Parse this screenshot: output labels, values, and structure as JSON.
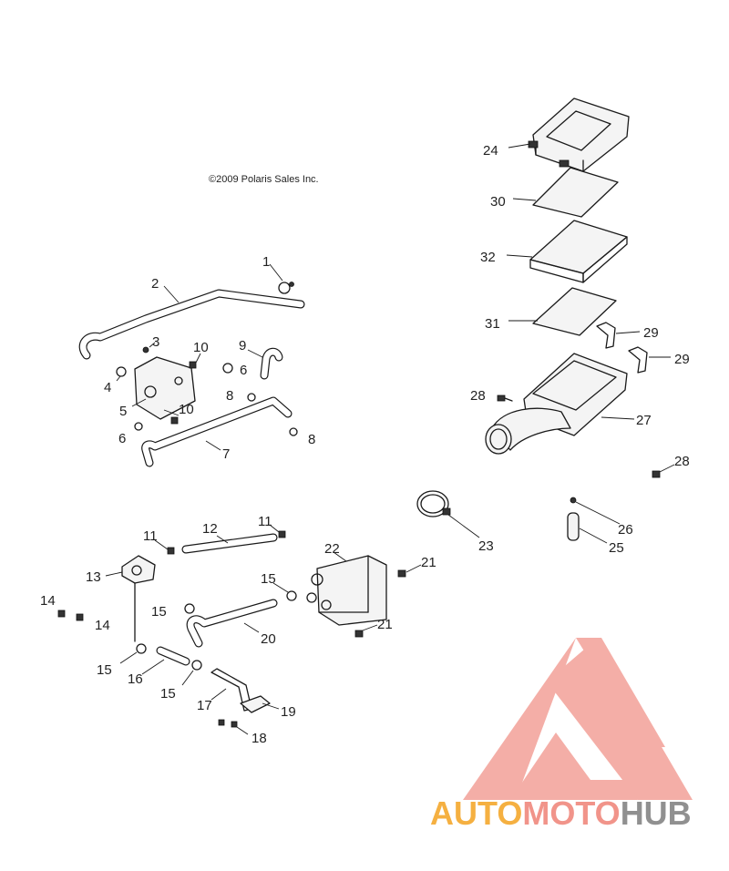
{
  "copyright": "©2009 Polaris Sales Inc.",
  "callouts": {
    "c1": "1",
    "c2": "2",
    "c3": "3",
    "c4": "4",
    "c5": "5",
    "c6a": "6",
    "c6b": "6",
    "c7": "7",
    "c8a": "8",
    "c8b": "8",
    "c9": "9",
    "c10a": "10",
    "c10b": "10",
    "c11a": "11",
    "c11b": "11",
    "c12": "12",
    "c13": "13",
    "c14a": "14",
    "c14b": "14",
    "c15a": "15",
    "c15b": "15",
    "c15c": "15",
    "c15d": "15",
    "c16": "16",
    "c17": "17",
    "c18": "18",
    "c19": "19",
    "c20": "20",
    "c21a": "21",
    "c21b": "21",
    "c22": "22",
    "c23": "23",
    "c24": "24",
    "c25": "25",
    "c26": "26",
    "c27": "27",
    "c28a": "28",
    "c28b": "28",
    "c29a": "29",
    "c29b": "29",
    "c30": "30",
    "c31": "31",
    "c32": "32"
  },
  "watermark": {
    "part1": "AUTO",
    "part2": "MOTO",
    "part3": "HUB",
    "colors": {
      "orange": "#f5b041",
      "salmon": "#f1948a",
      "gray": "#909090"
    }
  }
}
